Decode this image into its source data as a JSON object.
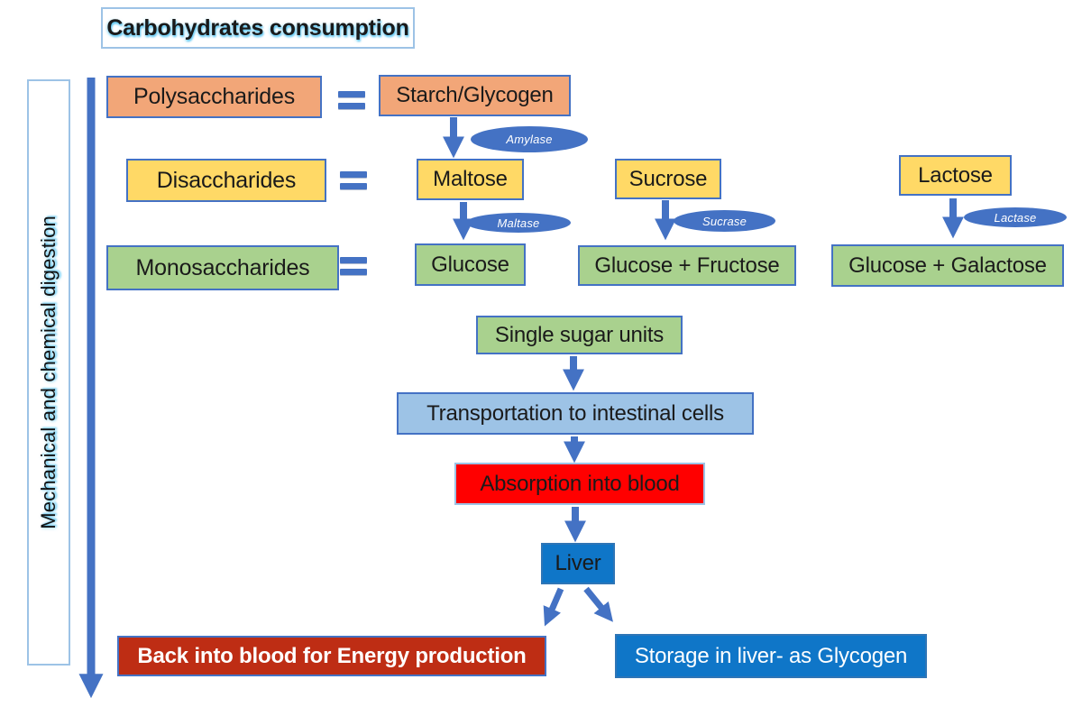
{
  "labels": {
    "title": "Carbohydrates consumption",
    "side": "Mechanical and chemical digestion",
    "polysaccharides": "Polysaccharides",
    "starch": "Starch/Glycogen",
    "disaccharides": "Disaccharides",
    "maltose": "Maltose",
    "sucrose": "Sucrose",
    "lactose": "Lactose",
    "monosaccharides": "Monosaccharides",
    "glucose": "Glucose",
    "glucose_fructose": "Glucose + Fructose",
    "glucose_galactose": "Glucose + Galactose",
    "single_sugar": "Single sugar units",
    "transportation": "Transportation to intestinal cells",
    "absorption": "Absorption into blood",
    "liver": "Liver",
    "energy": "Back into blood for Energy production",
    "storage": "Storage in liver- as Glycogen"
  },
  "enzymes": {
    "amylase": "Amylase",
    "maltase": "Maltase",
    "sucrase": "Sucrase",
    "lactase": "Lactase"
  },
  "colors": {
    "orange": "#F2A678",
    "yellow": "#FFD966",
    "green": "#A9D18E",
    "lightblue": "#9DC3E6",
    "red": "#FF0000",
    "blue": "#0F76C8",
    "darkred": "#BE2D14",
    "arrow": "#4472C4",
    "border": "#4472C4",
    "border_light": "#9DC3E6",
    "glow": "#5BC6F2"
  }
}
